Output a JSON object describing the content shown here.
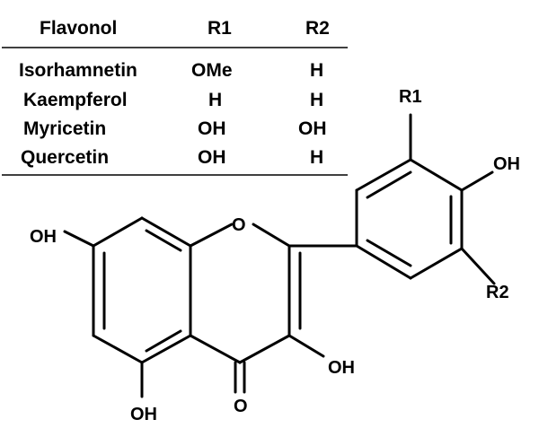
{
  "table": {
    "headers": [
      "Flavonol",
      "R1",
      "R2"
    ],
    "rows": [
      {
        "name": "Isorhamnetin",
        "r1": "OMe",
        "r2": "H"
      },
      {
        "name": "Kaempferol",
        "r1": "H",
        "r2": "H"
      },
      {
        "name": "Myricetin",
        "r1": "OH",
        "r2": "OH"
      },
      {
        "name": "Quercetin",
        "r1": "OH",
        "r2": "H"
      }
    ]
  },
  "structure": {
    "labels": {
      "r1": "R1",
      "r2": "R2",
      "oh_4prime": "OH",
      "oh_7": "OH",
      "oh_5": "OH",
      "oh_3": "OH",
      "ring_oxygen": "O",
      "carbonyl_oxygen": "O"
    }
  }
}
